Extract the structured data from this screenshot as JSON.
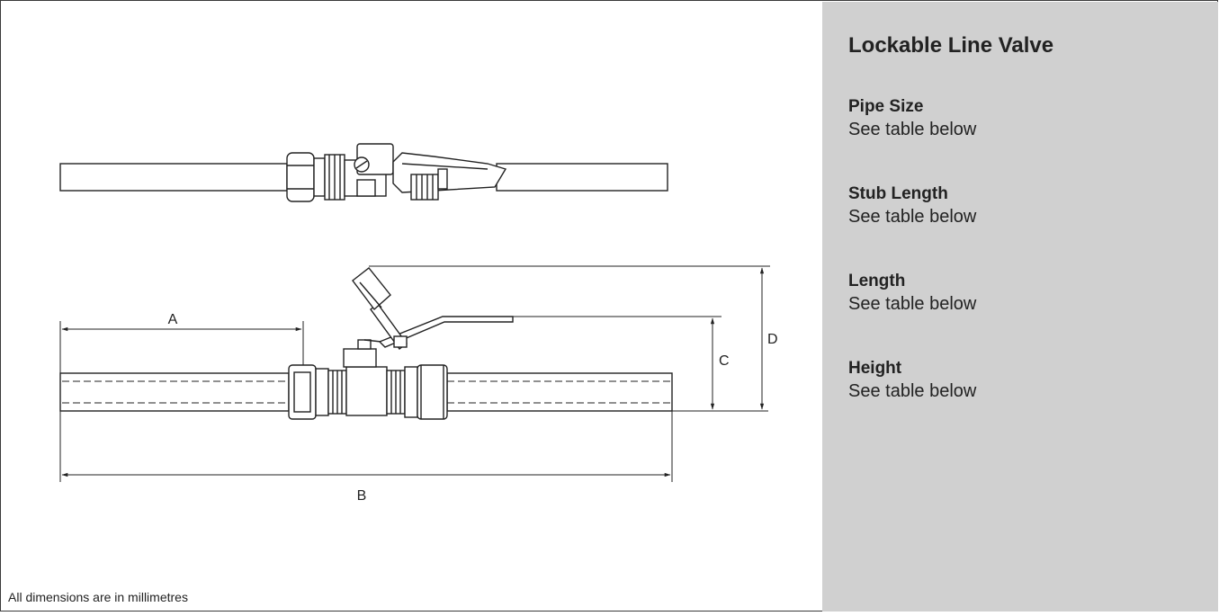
{
  "sidebar": {
    "title": "Lockable Line Valve",
    "specs": [
      {
        "label": "Pipe Size",
        "value": "See table below"
      },
      {
        "label": "Stub Length",
        "value": "See table below"
      },
      {
        "label": "Length",
        "value": "See table below"
      },
      {
        "label": "Height",
        "value": "See table below"
      }
    ]
  },
  "drawing": {
    "dimension_labels": {
      "a": "A",
      "b": "B",
      "c": "C",
      "d": "D"
    },
    "footnote": "All dimensions are in millimetres"
  }
}
